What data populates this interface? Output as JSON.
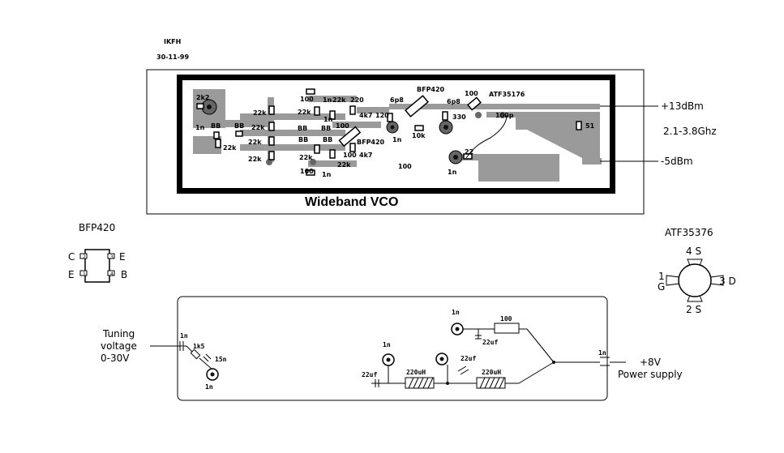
{
  "header": {
    "author": "IKFH",
    "date": "30-11-99"
  },
  "pcb": {
    "title": "Wideband VCO",
    "output_high": "+13dBm",
    "frequency": "2.1-3.8Ghz",
    "output_low": "-5dBm",
    "labels": {
      "c2k2": "2k2",
      "c1n_a": "1n",
      "bb1": "BB",
      "bb2": "BB",
      "r22k_a": "22k",
      "r22k_b": "22k",
      "r22k_c": "22k",
      "r22k_d": "22k",
      "r22k_e": "22k",
      "r100_a": "100",
      "c1n_b": "1n",
      "r22k_f": "22k",
      "r22k_g": "22k",
      "r220": "220",
      "r4k7_a": "4k7",
      "r120": "120",
      "c1n_c": "1n",
      "bb3": "BB",
      "bb4": "BB",
      "r100_b": "100",
      "bb5": "BB",
      "bb6": "BB",
      "bfp420_bot": "BFP420",
      "r100_c": "100",
      "r4k7_b": "4k7",
      "r22k_h": "22k",
      "r100_d": "100",
      "c1n_d": "1n",
      "r22k_i": "22k",
      "c6p8_a": "6p8",
      "bfp420_top": "BFP420",
      "c1n_e": "1n",
      "r10k": "10k",
      "c6p8_b": "6p8",
      "r330": "330",
      "r100_e": "100",
      "atf": "ATF35176",
      "c100p": "100p",
      "r51": "51",
      "r22_pad": "22",
      "c1n_f": "1n",
      "r100_mid": "100"
    }
  },
  "bfp420_pinout": {
    "title": "BFP420",
    "pin_c": "C",
    "pin_e_left": "E",
    "pin_e_right": "E",
    "pin_b": "B",
    "num_2": "2",
    "num_3": "3",
    "num_1": "1",
    "num_4": "4"
  },
  "atf_pinout": {
    "title": "ATF35376",
    "pin_top": "4 S",
    "pin_left_num": "1",
    "pin_left": "G",
    "pin_right": "3 D",
    "pin_bottom": "2 S"
  },
  "supply": {
    "tuning_line1": "Tuning",
    "tuning_line2": "voltage",
    "tuning_line3": "0-30V",
    "c1n_in": "1n",
    "r1k5": "1k5",
    "c15n": "15n",
    "c1n_bot": "1n",
    "c1n_top": "1n",
    "r100": "100",
    "c22uf_a": "22uf",
    "c1n_mid": "1n",
    "c22uf_b": "22uf",
    "c22uf_c": "22uf",
    "l220uh_a": "220uH",
    "l220uh_b": "220uH",
    "c1n_out": "1n",
    "plus8v": "+8V",
    "power_supply": "Power supply"
  }
}
